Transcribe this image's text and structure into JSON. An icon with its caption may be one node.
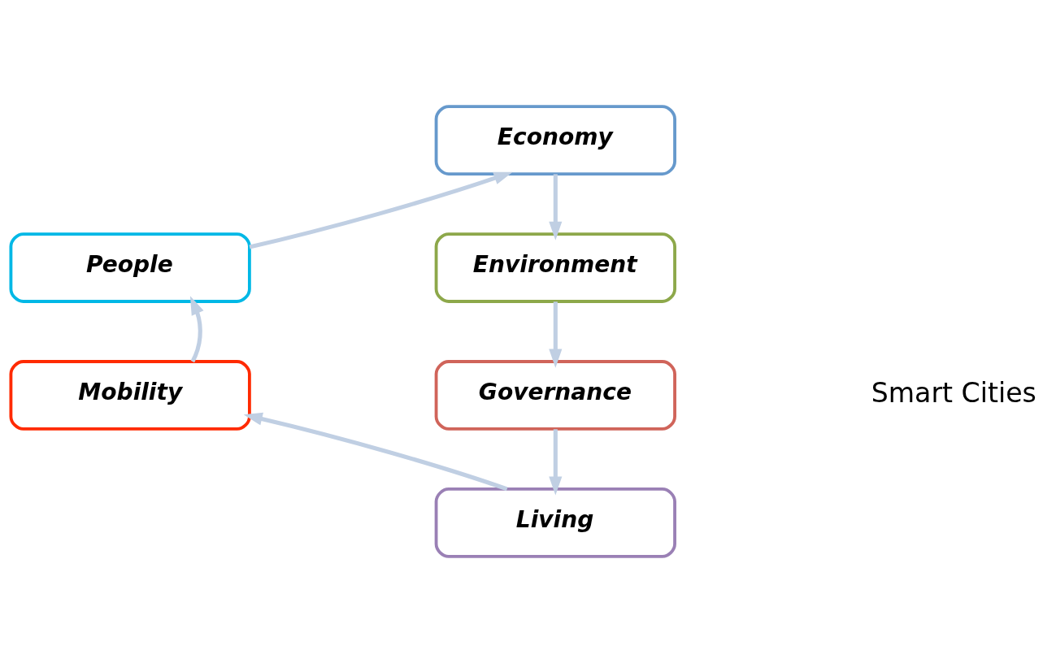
{
  "diagram": {
    "nodes": [
      {
        "text": [
          "Economy"
        ]
      },
      {
        "text": [
          "People"
        ]
      },
      {
        "text": [
          "Environment"
        ]
      },
      {
        "text": [
          "Mobility"
        ]
      },
      {
        "text": [
          "Governance"
        ]
      },
      {
        "text": [
          "Living"
        ]
      }
    ],
    "edges": [
      {
        "from": 1,
        "to": 0,
        "arrow": "to"
      },
      {
        "from": 0,
        "to": 2,
        "arrow": "to"
      },
      {
        "from": 2,
        "to": 4,
        "arrow": "to"
      },
      {
        "from": 4,
        "to": 5,
        "arrow": "to"
      },
      {
        "from": 5,
        "to": 3,
        "arrow": "to"
      },
      {
        "from": 3,
        "to": 1,
        "arrow": "to"
      }
    ],
    "labels": [
      "Smart Cities"
    ]
  }
}
